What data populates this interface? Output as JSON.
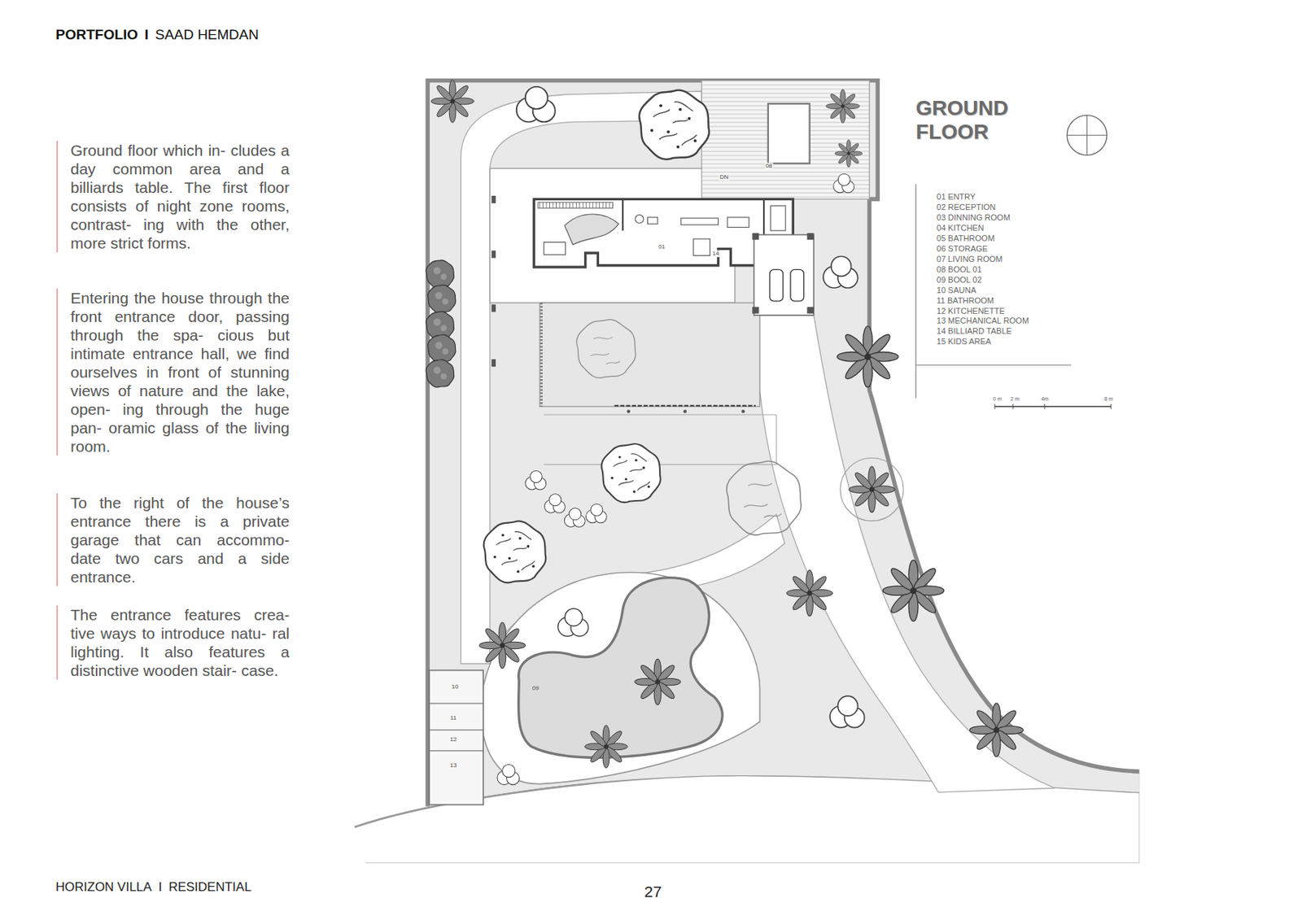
{
  "diagram": {
    "title": "GROUND FLOOR",
    "labels": [
      "PORTFOLIO",
      "I",
      "SAAD HEMDAN",
      "Ground floor which in- cludes a day common area and a billiards table. The first floor consists of night zone rooms, contrast- ing with the other, more strict forms.",
      "Entering the house through the front entrance door, passing through the spa- cious but intimate entrance hall, we find ourselves in front of stunning views of nature and the lake, open- ing through the huge pan- oramic glass of the living room.",
      "To the right of the house’s entrance there is a private garage that can accommo- date two cars and a side entrance.",
      "The entrance features crea- tive ways to introduce natu- ral lighting. It also features a distinctive wooden stair- case.",
      "01 ENTRY",
      "02 RECEPTION",
      "03 DINNING ROOM",
      "04 KITCHEN",
      "05 BATHROOM",
      "06 STORAGE",
      "07 LIVING ROOM",
      "08 BOOL 01",
      "09 BOOL 02",
      "10 SAUNA",
      "11 BATHROOM",
      "12 KITCHENETTE",
      "13 MECHANICAL ROOM",
      "14 BILLIARD TABLE",
      "15 KIDS AREA",
      "0 m",
      "2 m",
      "4m",
      "8 m",
      "DN",
      "08",
      "01",
      "14",
      "09",
      "10",
      "11",
      "12",
      "13",
      "HORIZON VILLA",
      "I",
      "RESIDENTIAL",
      "27"
    ]
  }
}
